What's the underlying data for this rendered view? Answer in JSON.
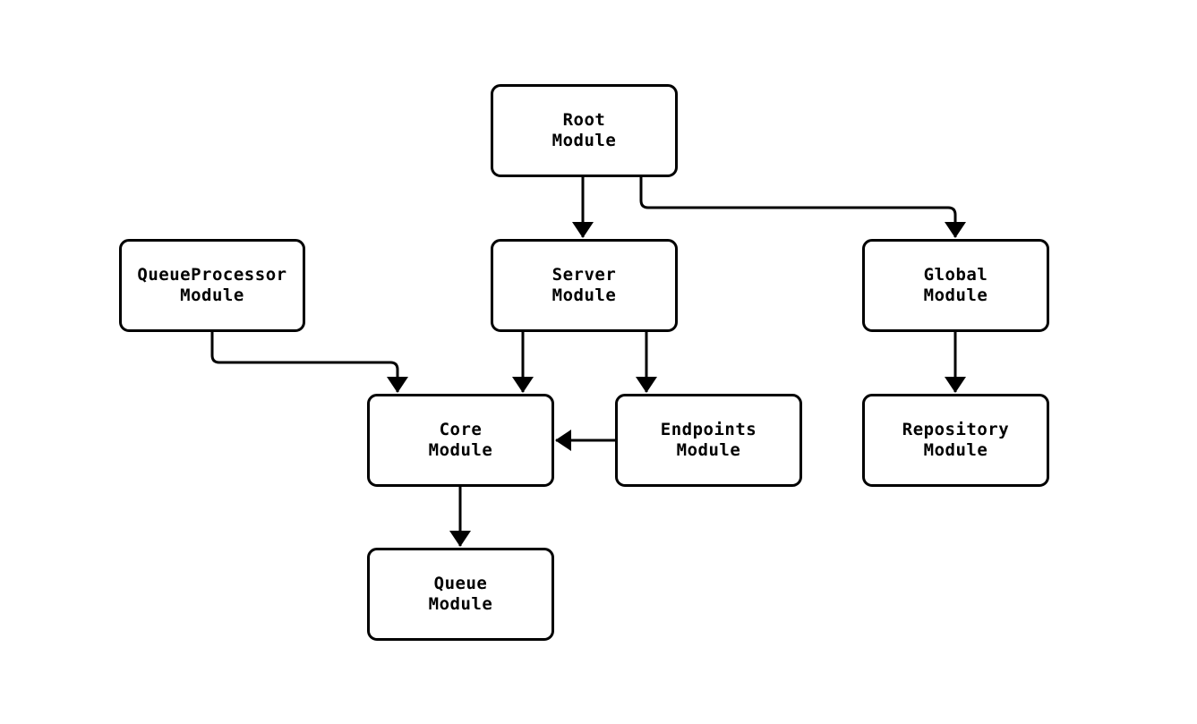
{
  "diagram": {
    "type": "flowchart",
    "background_color": "#ffffff",
    "node_fill_color": "#ffffff",
    "stroke_color": "#000000",
    "nodes": {
      "root": {
        "label": "Root\nModule"
      },
      "queueprocessor": {
        "label": "QueueProcessor\nModule"
      },
      "server": {
        "label": "Server\nModule"
      },
      "global": {
        "label": "Global\nModule"
      },
      "core": {
        "label": "Core\nModule"
      },
      "endpoints": {
        "label": "Endpoints\nModule"
      },
      "repository": {
        "label": "Repository\nModule"
      },
      "queue": {
        "label": "Queue\nModule"
      }
    },
    "edges": [
      {
        "from": "Root Module",
        "to": "Server Module"
      },
      {
        "from": "Root Module",
        "to": "Global Module"
      },
      {
        "from": "QueueProcessor Module",
        "to": "Core Module"
      },
      {
        "from": "Server Module",
        "to": "Core Module"
      },
      {
        "from": "Server Module",
        "to": "Endpoints Module"
      },
      {
        "from": "Endpoints Module",
        "to": "Core Module"
      },
      {
        "from": "Global Module",
        "to": "Repository Module"
      },
      {
        "from": "Core Module",
        "to": "Queue Module"
      }
    ]
  }
}
